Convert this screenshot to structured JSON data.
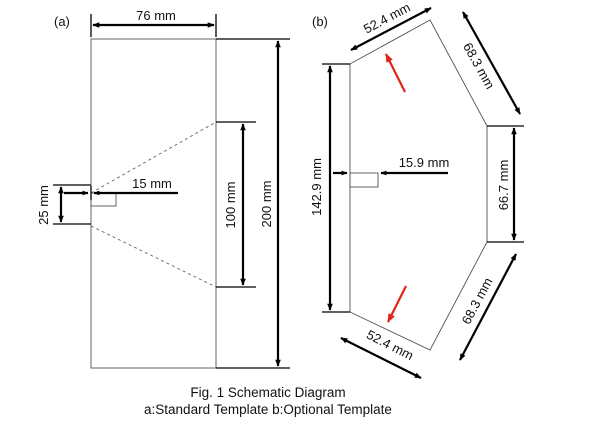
{
  "figure": {
    "panel_a": {
      "label": "(a)",
      "width": "76 mm",
      "height": "200 mm",
      "notch_width": "15 mm",
      "notch_height": "25 mm",
      "inner_span": "100 mm"
    },
    "panel_b": {
      "label": "(b)",
      "top_left_edge": "52.4 mm",
      "upper_right_edge": "68.3 mm",
      "right_edge": "66.7 mm",
      "lower_right_edge": "68.3 mm",
      "bottom_left_edge": "52.4 mm",
      "left_edge": "142.9 mm",
      "notch_width": "15.9 mm",
      "arrow_color": "#e2231a"
    },
    "caption": {
      "line1": "Fig. 1 Schematic Diagram",
      "line2": "a:Standard Template b:Optional Template"
    }
  }
}
